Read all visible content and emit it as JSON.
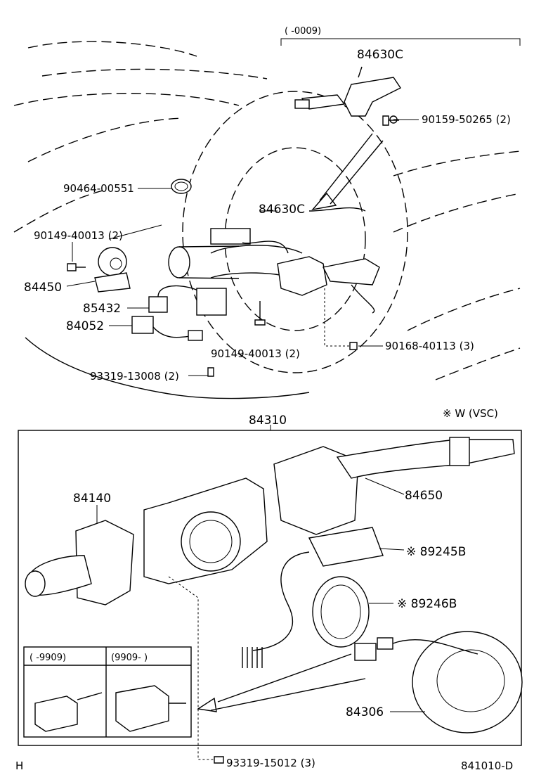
{
  "top_variant": "(       -0009)",
  "top_parts": {
    "p84630c_a": "84630C",
    "p84630c_b": "84630C",
    "p90159": "90159-50265 (2)",
    "p90464": "90464-00551",
    "p90149_a": "90149-40013 (2)",
    "p84450": "84450",
    "p85432": "85432",
    "p84052": "84052",
    "p90149_b": "90149-40013 (2)",
    "p90168": "90168-40113 (3)",
    "p93319_a": "93319-13008 (2)"
  },
  "assembly": {
    "main": "84310",
    "note": "※  W (VSC)",
    "p84140": "84140",
    "p84650": "84650",
    "p89245b": "※  89245B",
    "p89246b": "※  89246B",
    "p84306": "84306",
    "inset_left": "(       -9909)",
    "inset_right": "(9909-       )"
  },
  "bottom": {
    "p93319_b": "93319-15012 (3)",
    "left_mark": "H",
    "code": "841010-D"
  },
  "icons": [
    "steering-column-cover",
    "cruise-control-switch",
    "clamp",
    "ignition-switch",
    "connector",
    "screw",
    "combination-switch",
    "wiper-switch",
    "headlight-switch",
    "yaw-rate-sensor",
    "spiral-cable"
  ]
}
